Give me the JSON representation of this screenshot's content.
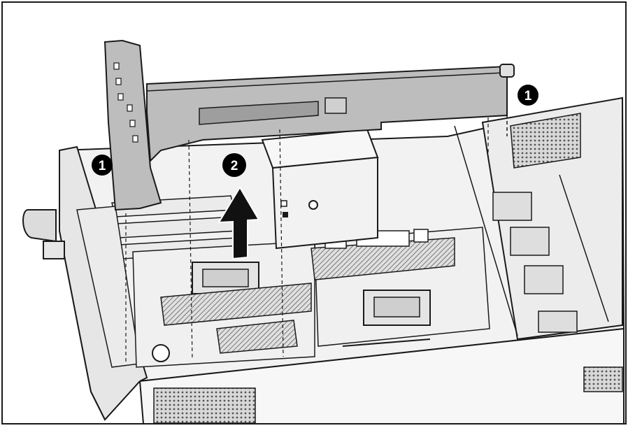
{
  "callouts": [
    {
      "id": "step-1-left",
      "label": "1"
    },
    {
      "id": "step-1-right",
      "label": "1"
    },
    {
      "id": "step-2",
      "label": "2"
    }
  ],
  "colors": {
    "outline": "#1a1a1a",
    "bracket_fill": "#bdbdbd",
    "chassis_fill": "#f2f2f2",
    "panel_fill": "#e6e6e6",
    "arrow_fill": "#111111",
    "callout_fill": "#000000",
    "callout_text": "#ffffff"
  }
}
